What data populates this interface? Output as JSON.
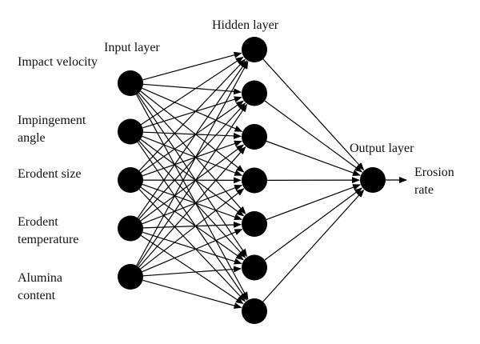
{
  "layer_titles": {
    "input": "Input layer",
    "hidden": "Hidden layer",
    "output": "Output layer"
  },
  "input_labels": [
    [
      "Impact velocity"
    ],
    [
      "Impingement",
      "angle"
    ],
    [
      "Erodent size"
    ],
    [
      "Erodent",
      "temperature"
    ],
    [
      "Alumina",
      "content"
    ]
  ],
  "output_label": [
    "Erosion",
    "rate"
  ],
  "structure": {
    "input_nodes": 5,
    "hidden_nodes": 7,
    "output_nodes": 1
  }
}
